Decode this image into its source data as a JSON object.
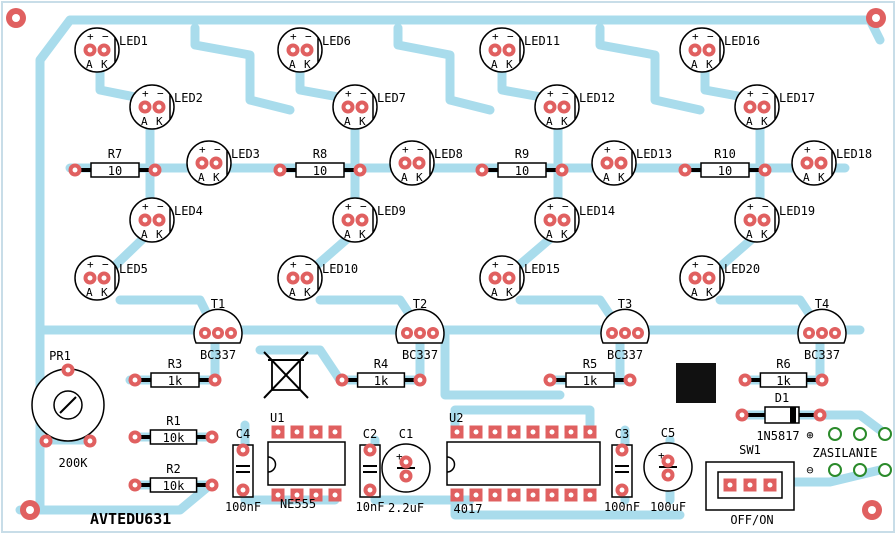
{
  "board": {
    "title": "AVTEDU631",
    "colors": {
      "trace": "#a9dcec",
      "pad": "#e06060",
      "pad_hole": "#ffffff",
      "silk": "#000000",
      "edge": "#c8dde8"
    }
  },
  "leds": [
    {
      "id": "LED1",
      "a": "A",
      "k": "K"
    },
    {
      "id": "LED2",
      "a": "A",
      "k": "K"
    },
    {
      "id": "LED3",
      "a": "A",
      "k": "K"
    },
    {
      "id": "LED4",
      "a": "A",
      "k": "K"
    },
    {
      "id": "LED5",
      "a": "A",
      "k": "K"
    },
    {
      "id": "LED6",
      "a": "A",
      "k": "K"
    },
    {
      "id": "LED7",
      "a": "A",
      "k": "K"
    },
    {
      "id": "LED8",
      "a": "A",
      "k": "K"
    },
    {
      "id": "LED9",
      "a": "A",
      "k": "K"
    },
    {
      "id": "LED10",
      "a": "A",
      "k": "K"
    },
    {
      "id": "LED11",
      "a": "A",
      "k": "K"
    },
    {
      "id": "LED12",
      "a": "A",
      "k": "K"
    },
    {
      "id": "LED13",
      "a": "A",
      "k": "K"
    },
    {
      "id": "LED14",
      "a": "A",
      "k": "K"
    },
    {
      "id": "LED15",
      "a": "A",
      "k": "K"
    },
    {
      "id": "LED16",
      "a": "A",
      "k": "K"
    },
    {
      "id": "LED17",
      "a": "A",
      "k": "K"
    },
    {
      "id": "LED18",
      "a": "A",
      "k": "K"
    },
    {
      "id": "LED19",
      "a": "A",
      "k": "K"
    },
    {
      "id": "LED20",
      "a": "A",
      "k": "K"
    }
  ],
  "resistors_row": [
    {
      "id": "R7",
      "value": "10"
    },
    {
      "id": "R8",
      "value": "10"
    },
    {
      "id": "R9",
      "value": "10"
    },
    {
      "id": "R10",
      "value": "10"
    }
  ],
  "transistors": [
    {
      "id": "T1",
      "type": "BC337"
    },
    {
      "id": "T2",
      "type": "BC337"
    },
    {
      "id": "T3",
      "type": "BC337"
    },
    {
      "id": "T4",
      "type": "BC337"
    }
  ],
  "base_resistors": [
    {
      "id": "R3",
      "value": "1k"
    },
    {
      "id": "R4",
      "value": "1k"
    },
    {
      "id": "R5",
      "value": "1k"
    },
    {
      "id": "R6",
      "value": "1k"
    }
  ],
  "timing_resistors": [
    {
      "id": "R1",
      "value": "10k"
    },
    {
      "id": "R2",
      "value": "10k"
    }
  ],
  "potentiometer": {
    "id": "PR1",
    "value": "200K"
  },
  "ics": [
    {
      "id": "U1",
      "part": "NE555"
    },
    {
      "id": "U2",
      "part": "4017"
    }
  ],
  "capacitors": [
    {
      "id": "C4",
      "value": "100nF"
    },
    {
      "id": "C2",
      "value": "10nF"
    },
    {
      "id": "C1",
      "value": "2.2uF"
    },
    {
      "id": "C3",
      "value": "100nF"
    },
    {
      "id": "C5",
      "value": "100uF"
    }
  ],
  "diode": {
    "id": "D1",
    "part": "1N5817"
  },
  "switch": {
    "id": "SW1",
    "label": "OFF/ON"
  },
  "power": {
    "label": "ZASILANIE",
    "plus": "⊕",
    "minus": "⊖"
  }
}
